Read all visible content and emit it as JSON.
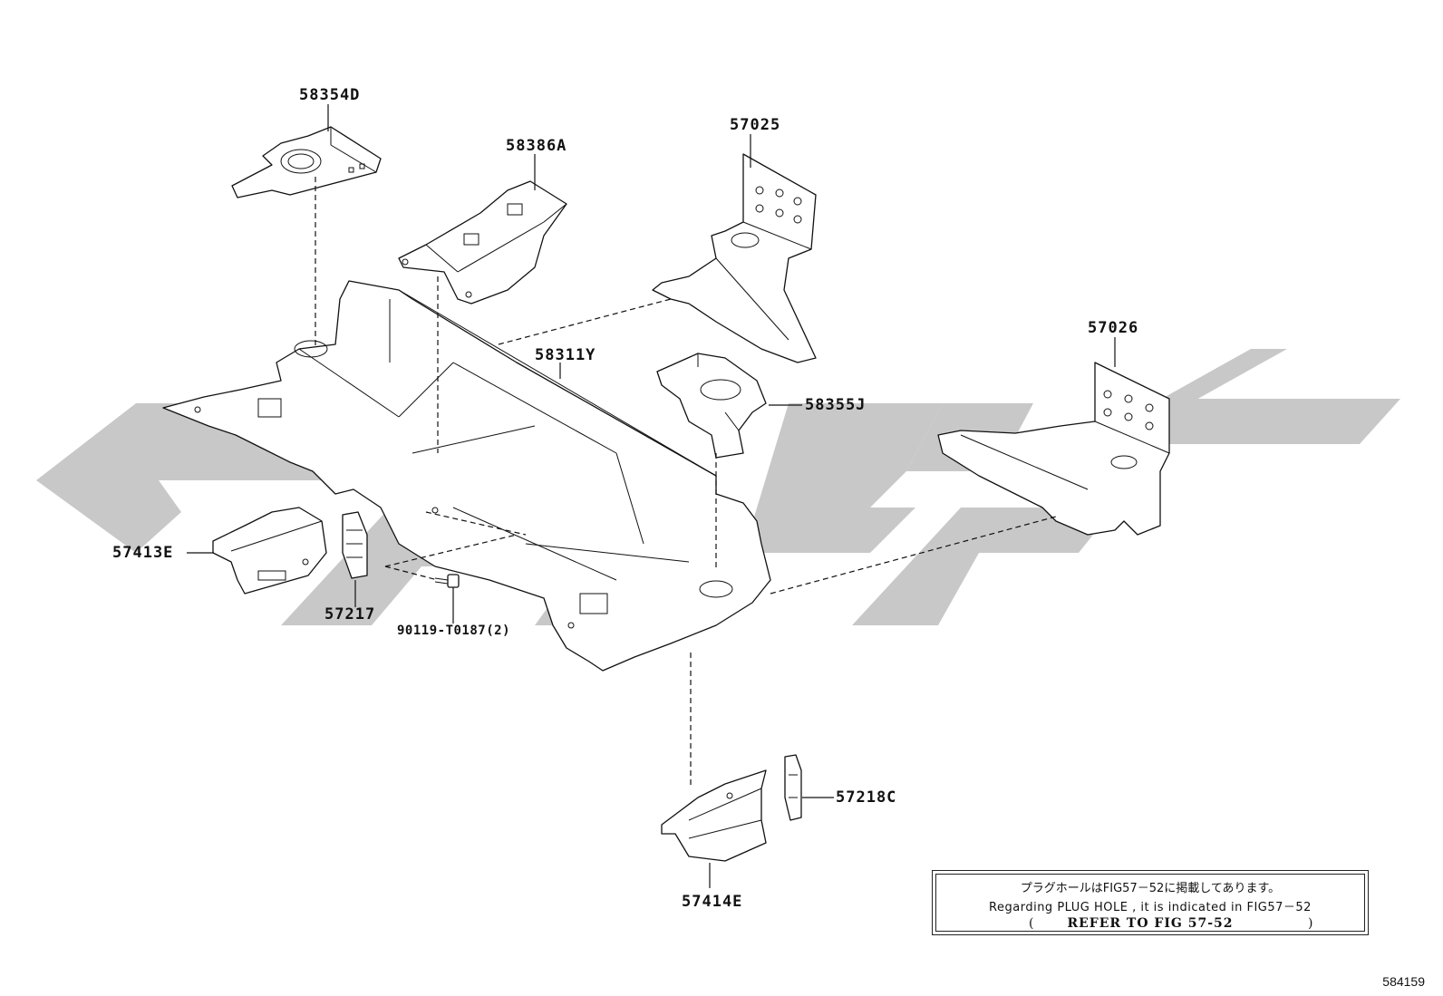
{
  "watermark": {
    "color": "#c8c8c8"
  },
  "parts": [
    {
      "id": "58354D"
    },
    {
      "id": "58386A"
    },
    {
      "id": "57025"
    },
    {
      "id": "57026"
    },
    {
      "id": "58311Y"
    },
    {
      "id": "58355J"
    },
    {
      "id": "57413E"
    },
    {
      "id": "57217"
    },
    {
      "id": "90119-T0187(2)"
    },
    {
      "id": "57414E"
    },
    {
      "id": "57218C"
    }
  ],
  "note": {
    "jp": "プラグホールはFIG57－52に掲載してあります。",
    "en": "Regarding  PLUG HOLE , it is indicated  in  FIG57－52",
    "ref_open": "(",
    "ref_text": "REFER TO FIG 57-52",
    "ref_close": ")"
  },
  "figure_number": "584159"
}
